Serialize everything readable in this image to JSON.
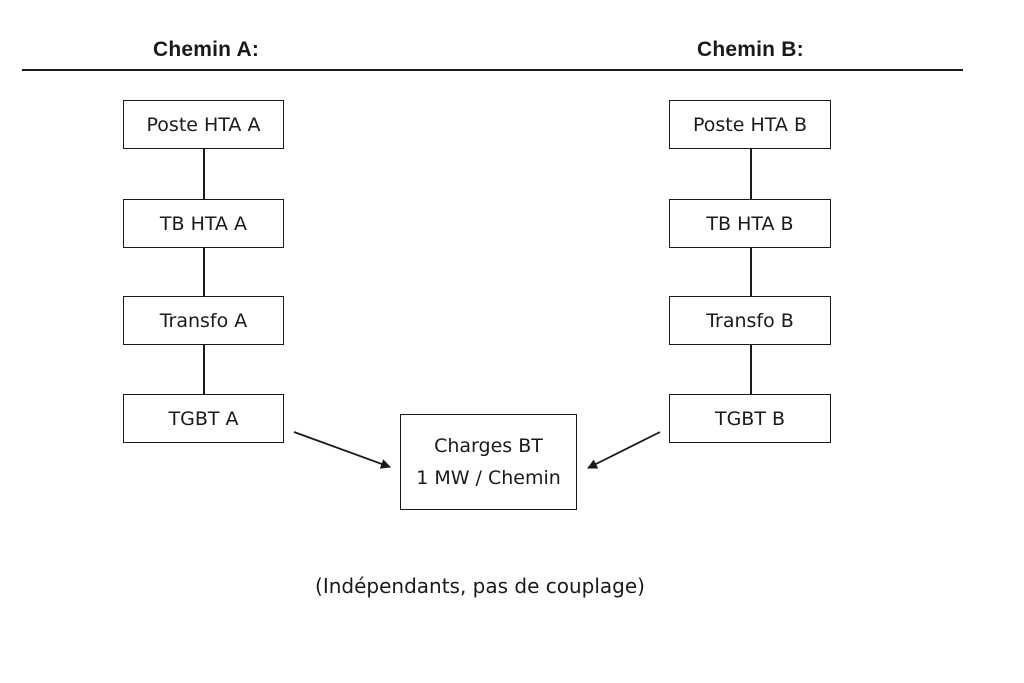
{
  "headings": {
    "path_a": "Chemin A:",
    "path_b": "Chemin B:"
  },
  "path_a": {
    "nodes": [
      "Poste HTA A",
      "TB HTA A",
      "Transfo A",
      "TGBT A"
    ]
  },
  "path_b": {
    "nodes": [
      "Poste HTA B",
      "TB HTA B",
      "Transfo B",
      "TGBT B"
    ]
  },
  "load": {
    "line1": "Charges BT",
    "line2": "1 MW / Chemin"
  },
  "note": "(Indépendants, pas de couplage)",
  "colors": {
    "stroke": "#1a1a1a",
    "background": "#ffffff"
  }
}
